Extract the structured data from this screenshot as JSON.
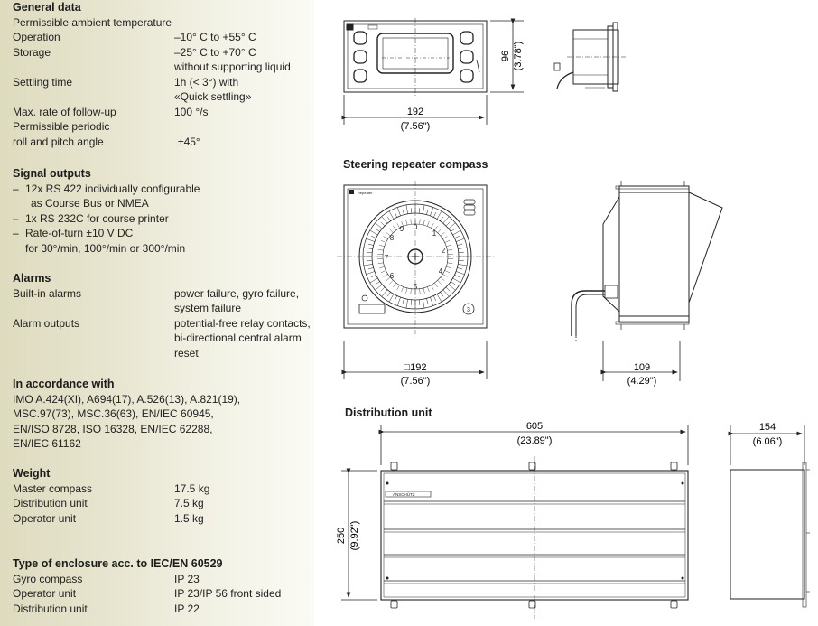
{
  "general": {
    "title": "General data",
    "ambient_label": "Permissible ambient temperature",
    "operation": {
      "label": "Operation",
      "value": "–10° C to +55° C"
    },
    "storage": {
      "label": "Storage",
      "value": "–25° C to +70° C",
      "value2": "without supporting liquid"
    },
    "settling": {
      "label": "Settling time",
      "value": "1h (< 3°) with",
      "value2": "«Quick settling»"
    },
    "followup": {
      "label": "Max. rate of follow-up",
      "value": "100 °/s"
    },
    "periodic": {
      "label": "Permissible periodic",
      "label2": "roll and pitch angle",
      "value": "±45°"
    }
  },
  "signal": {
    "title": "Signal outputs",
    "items": [
      {
        "line1": "12x RS 422 individually configurable",
        "line2": "as Course Bus or NMEA"
      },
      {
        "line1": "1x RS 232C for course printer"
      },
      {
        "line1": "Rate-of-turn ±10 V DC",
        "line2": "for 30°/min, 100°/min or 300°/min"
      }
    ]
  },
  "alarms": {
    "title": "Alarms",
    "builtin": {
      "label": "Built-in alarms",
      "value": "power failure, gyro failure,",
      "value2": "system failure"
    },
    "outputs": {
      "label": "Alarm outputs",
      "value": "potential-free relay contacts,",
      "value2": "bi-directional central alarm",
      "value3": "reset"
    }
  },
  "accordance": {
    "title": "In accordance with",
    "lines": [
      "IMO A.424(XI), A694(17), A.526(13), A.821(19),",
      "MSC.97(73), MSC.36(63), EN/IEC 60945,",
      "EN/ISO 8728, ISO 16328, EN/IEC 62288,",
      "EN/IEC 61162"
    ]
  },
  "weight": {
    "title": "Weight",
    "rows": [
      {
        "label": "Master compass",
        "value": "17.5 kg"
      },
      {
        "label": "Distribution unit",
        "value": "7.5 kg"
      },
      {
        "label": "Operator unit",
        "value": "1.5 kg"
      }
    ]
  },
  "enclosure": {
    "title": "Type of enclosure acc. to IEC/EN 60529",
    "rows": [
      {
        "label": "Gyro compass",
        "value": "IP 23"
      },
      {
        "label": "Operator unit",
        "value": "IP 23/IP 56 front sided"
      },
      {
        "label": "Distribution unit",
        "value": "IP 22"
      }
    ]
  },
  "drawings": {
    "operator": {
      "width": "192",
      "width_in": "(7.56\")",
      "height": "96",
      "height_in": "(3.78\")"
    },
    "repeater": {
      "title": "Steering repeater compass",
      "width": "□192",
      "width_in": "(7.56\")",
      "depth": "109",
      "depth_in": "(4.29\")",
      "brand": "Repeater",
      "dial_numbers": [
        "0",
        "1",
        "2",
        "3",
        "4",
        "5",
        "6",
        "7",
        "8",
        "9"
      ]
    },
    "distribution": {
      "title": "Distribution unit",
      "width": "605",
      "width_in": "(23.89\")",
      "depth": "154",
      "depth_in": "(6.06\")",
      "height": "250",
      "height_in": "(9.92\")",
      "brand": "ANSCHÜTZ"
    }
  }
}
